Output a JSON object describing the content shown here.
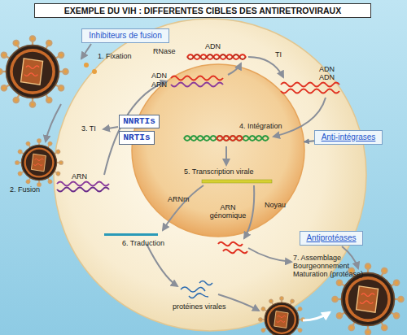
{
  "diagram": {
    "title": "EXEMPLE DU VIH : DIFFERENTES CIBLES DES ANTIRETROVIRAUX",
    "nodes": [
      {
        "text": [
          "Inhibiteurs de fusion"
        ]
      },
      {
        "text": [
          "NNRTIs"
        ]
      },
      {
        "text": [
          "NRTIs"
        ]
      },
      {
        "text": [
          "Noyau"
        ]
      },
      {
        "text": [
          "Anti-intégrases"
        ]
      },
      {
        "text": [
          "Antiprotéases"
        ]
      }
    ],
    "edges": [
      {
        "from": 4,
        "to": 3,
        "arrow": "to"
      }
    ],
    "labels": [
      "1. Fixation",
      "RNase",
      "ADN",
      "ADN",
      "ARN",
      "TI",
      "ADN",
      "ADN",
      "3. TI",
      "ARN",
      "2. Fusion",
      "4. Intégration",
      "5. Transcription virale",
      "ARNm",
      "ARN génomique",
      "6. Traduction",
      "7. Assemblage Bourgeonnement Maturation (protéase)",
      "protéines virales"
    ]
  }
}
